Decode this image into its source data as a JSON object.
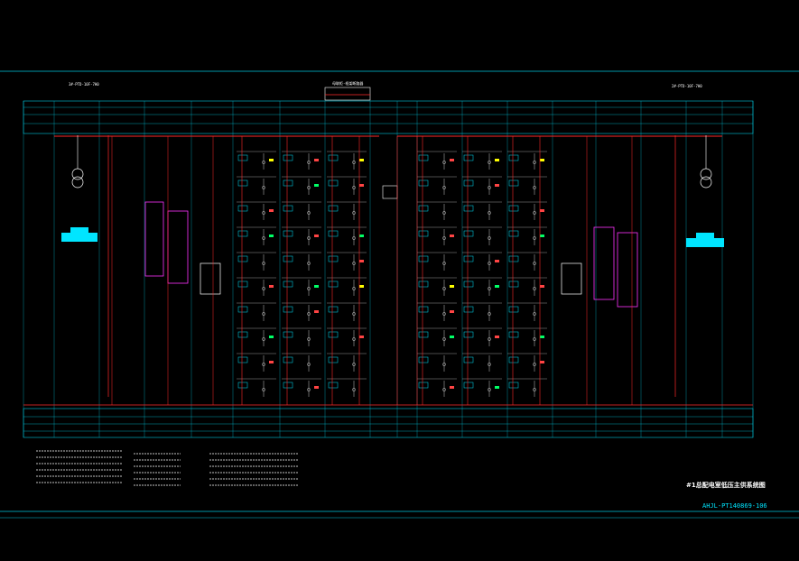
{
  "drawing": {
    "title": "#1总配电室低压主供系统图",
    "drawing_number": "AHJL-PT140869-106",
    "left_transformer_label": "3#-PTD-10F-7H0",
    "right_transformer_label": "2#-PTD-10F-7H0",
    "bus_tie_label": "母联柜-框架断路器",
    "colors": {
      "background": "#000000",
      "grid": "#00e5ff",
      "bus_red": "#ff2a2a",
      "feeder_white": "#ffffff",
      "accent_green": "#00ff66",
      "accent_magenta": "#ff33ff",
      "accent_yellow": "#ffff00"
    }
  }
}
